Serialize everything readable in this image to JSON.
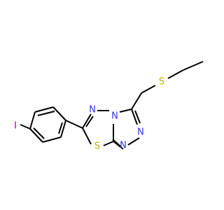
{
  "atoms": {
    "s_thioether": {
      "label": "S",
      "color": "#b3b300"
    },
    "s_ring": {
      "label": "S",
      "color": "#b3b300"
    },
    "n_bridge": {
      "label": "N",
      "color": "#3333ee"
    },
    "n_thiadiazole": {
      "label": "N",
      "color": "#3333ee"
    },
    "n_triazole_1": {
      "label": "N",
      "color": "#3333ee"
    },
    "n_triazole_2": {
      "label": "N",
      "color": "#3333ee"
    },
    "iodine": {
      "label": "I",
      "color": "#94009e"
    }
  }
}
